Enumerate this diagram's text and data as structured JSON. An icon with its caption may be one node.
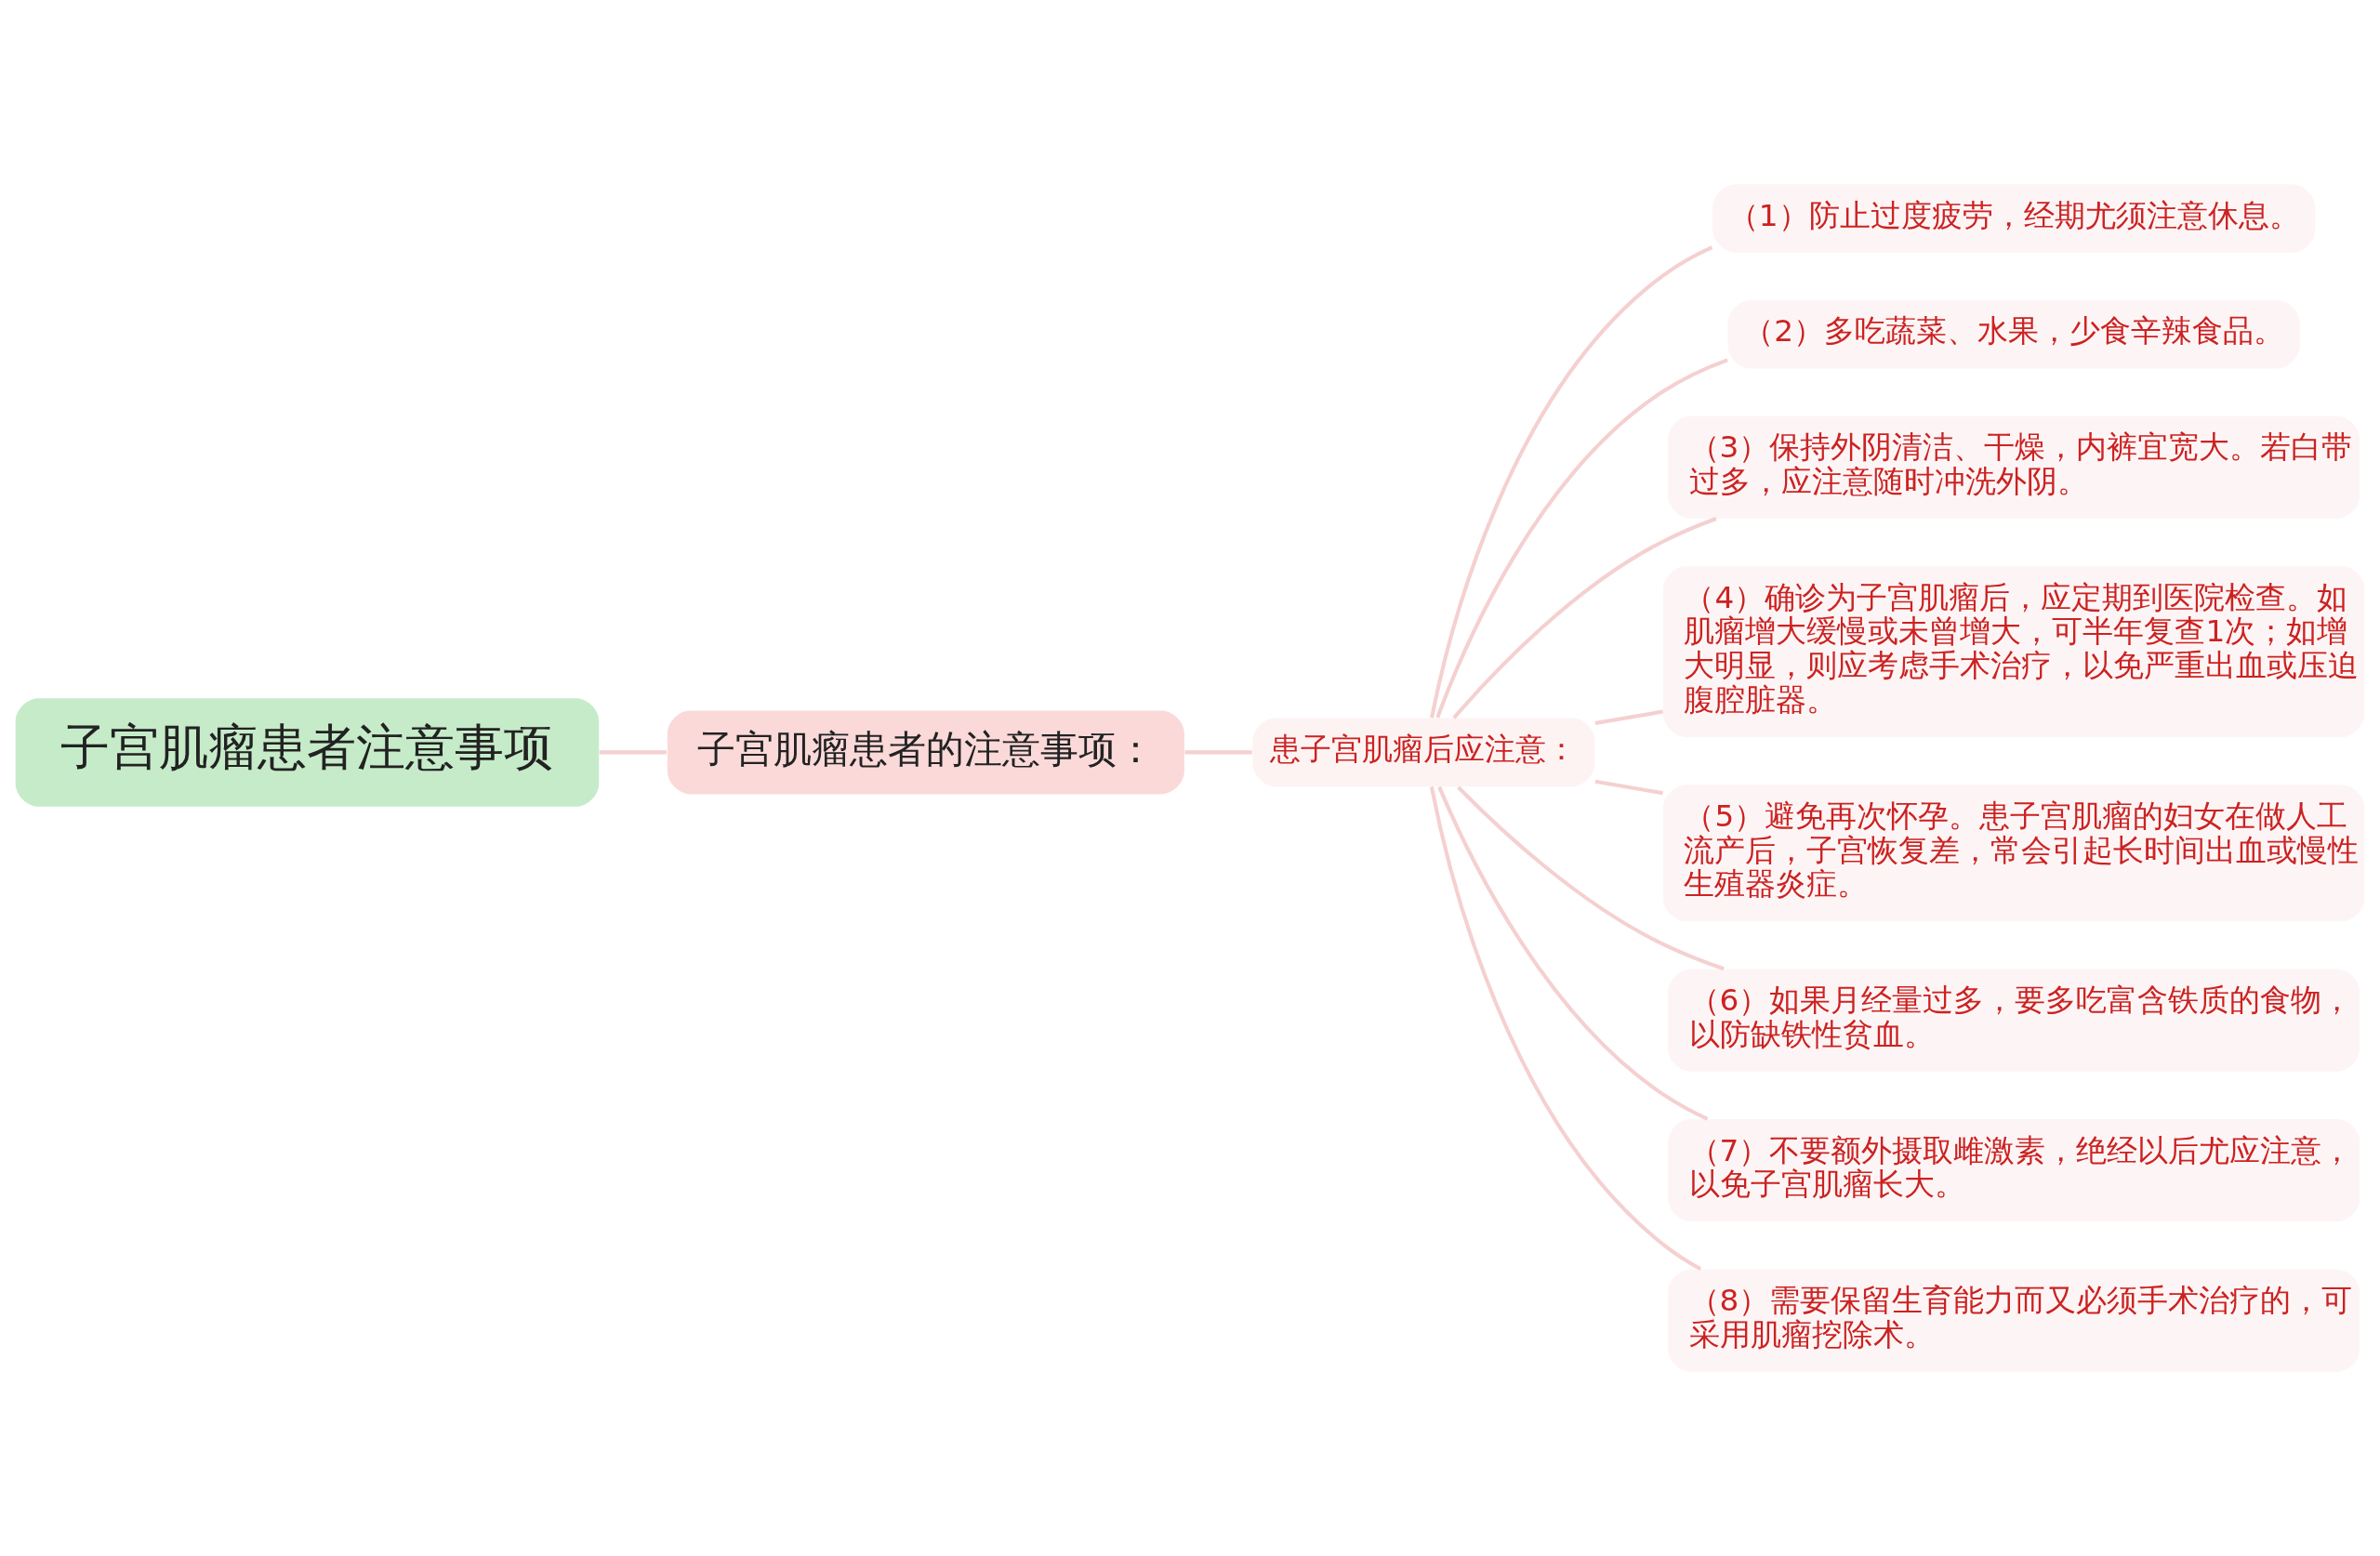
{
  "diagram": {
    "nodes": [
      {
        "text": [
          "子宫肌瘤患者注意事项"
        ]
      },
      {
        "text": [
          "子宫肌瘤患者的注意事项："
        ]
      },
      {
        "text": [
          "患子宫肌瘤后应注意："
        ]
      },
      {
        "text": [
          "（1）防止过度疲劳，经期尤须注意休息。"
        ]
      },
      {
        "text": [
          "（2）多吃蔬菜、水果，少食辛辣食品。"
        ]
      },
      {
        "text": [
          "（3）保持外阴清洁、干燥，内裤宜宽大。若白带过多，应注意随时冲洗外阴。"
        ]
      },
      {
        "text": [
          "（4）确诊为子宫肌瘤后，应定期到医院检查。如肌瘤增大缓慢或未曾增大，可半年复查1次；如增大明显，则应考虑手术治疗，以免严重出血或压迫腹腔脏器。"
        ]
      },
      {
        "text": [
          "（5）避免再次怀孕。患子宫肌瘤的妇女在做人工流产后，子宫恢复差，常会引起长时间出血或慢性生殖器炎症。"
        ]
      },
      {
        "text": [
          "（6）如果月经量过多，要多吃富含铁质的食物，以防缺铁性贫血。"
        ]
      },
      {
        "text": [
          "（7）不要额外摄取雌激素，绝经以后尤应注意，以免子宫肌瘤长大。"
        ]
      },
      {
        "text": [
          "（8）需要保留生育能力而又必须手术治疗的，可采用肌瘤挖除术。"
        ]
      }
    ],
    "edges": [
      {
        "from": 0,
        "to": 1,
        "arrow": "none"
      },
      {
        "from": 1,
        "to": 2,
        "arrow": "none"
      },
      {
        "from": 2,
        "to": 3,
        "arrow": "none"
      },
      {
        "from": 2,
        "to": 4,
        "arrow": "none"
      },
      {
        "from": 2,
        "to": 5,
        "arrow": "none"
      },
      {
        "from": 2,
        "to": 6,
        "arrow": "none"
      },
      {
        "from": 2,
        "to": 7,
        "arrow": "none"
      },
      {
        "from": 2,
        "to": 8,
        "arrow": "none"
      },
      {
        "from": 2,
        "to": 9,
        "arrow": "none"
      },
      {
        "from": 2,
        "to": 10,
        "arrow": "none"
      }
    ]
  }
}
